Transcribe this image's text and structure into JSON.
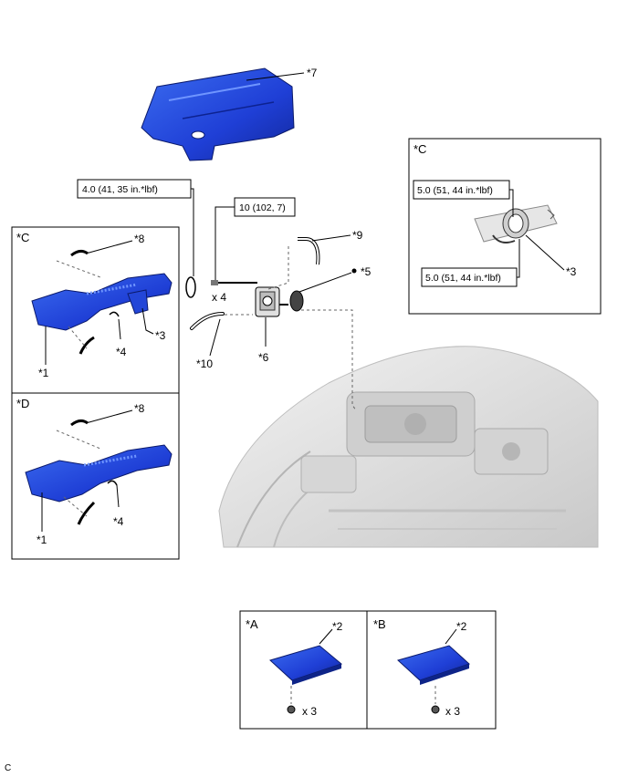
{
  "colors": {
    "part_blue": "#1f3fd6",
    "part_blue_light": "#3b6cf0",
    "engine_grey": "#d8d8d8",
    "line": "#000000"
  },
  "callouts": {
    "c7": "*7",
    "c9": "*9",
    "c5": "*5",
    "c6": "*6",
    "c10": "*10",
    "c8_c": "*8",
    "c1_c": "*1",
    "c4_c": "*4",
    "c3_c": "*3",
    "c8_d": "*8",
    "c1_d": "*1",
    "c4_d": "*4",
    "c3_detail": "*3",
    "c2_a": "*2",
    "c2_b": "*2"
  },
  "torques": {
    "t1": "4.0 (41, 35 in.*lbf)",
    "t2": "10 (102, 7)",
    "t3": "5.0 (51, 44 in.*lbf)",
    "t4": "5.0 (51, 44 in.*lbf)"
  },
  "quantities": {
    "q_bolts": "x 4",
    "q_a": "x 3",
    "q_b": "x 3"
  },
  "panels": {
    "c_left": "*C",
    "d_left": "*D",
    "c_detail": "*C",
    "a": "*A",
    "b": "*B"
  },
  "footer": {
    "code": "C"
  }
}
